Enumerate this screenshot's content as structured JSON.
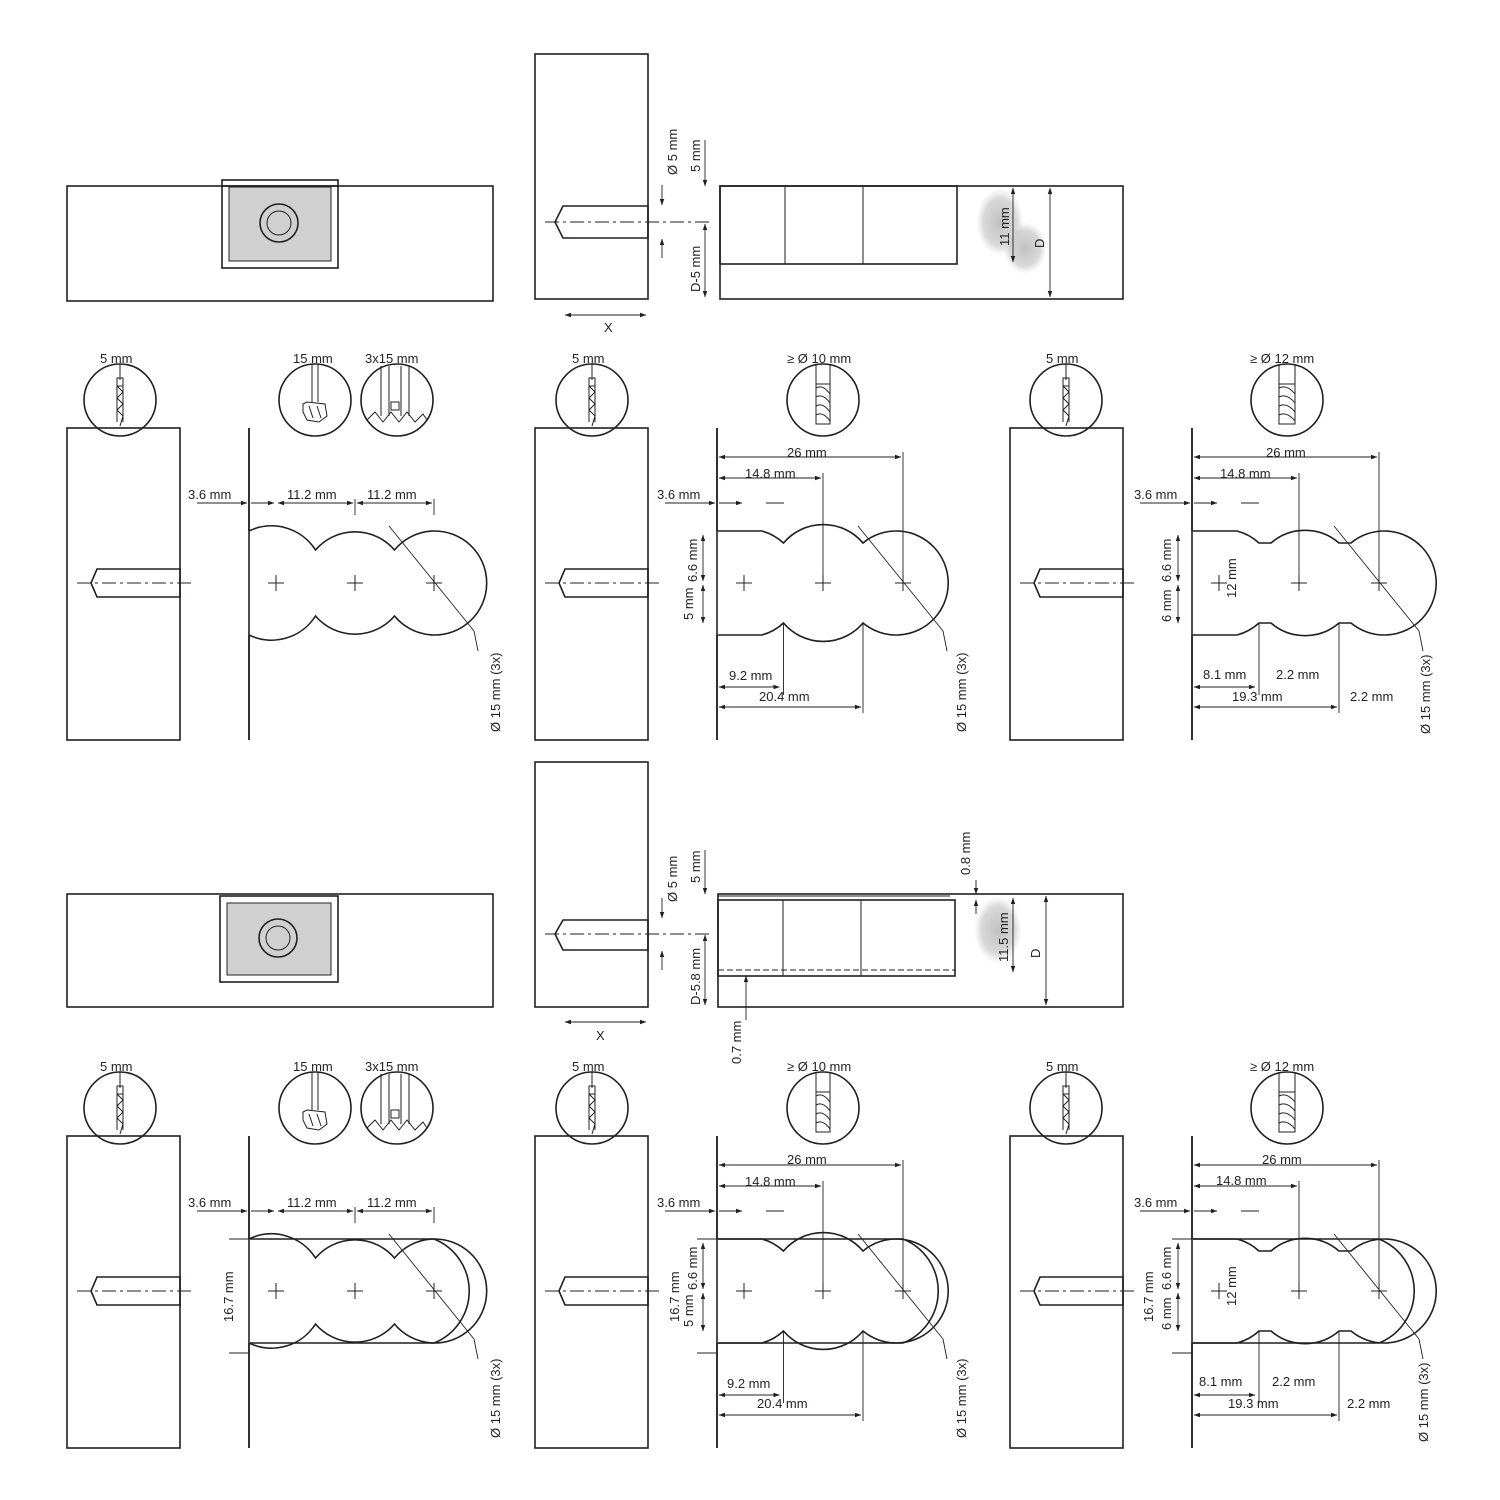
{
  "colors": {
    "ink": "#231f20",
    "paper": "#ffffff",
    "highlight": "#c8c8c8",
    "fitting": "#c9c9c9"
  },
  "labels": {
    "d5": "5 mm",
    "d15": "15 mm",
    "d3x15": "3x15 mm",
    "d10": "≥ Ø 10 mm",
    "d12": "≥ Ø 12 mm",
    "m36": "3.6 mm",
    "m112": "11.2 mm",
    "m26": "26 mm",
    "m148": "14.8 mm",
    "m66": "6.6 mm",
    "m5": "5 mm",
    "m6": "6 mm",
    "m12": "12 mm",
    "m92": "9.2 mm",
    "m204": "20.4 mm",
    "m81": "8.1 mm",
    "m22": "2.2 mm",
    "m193": "19.3 mm",
    "m167": "16.7 mm",
    "o15x3": "Ø 15 mm (3x)",
    "o5": "Ø 5 mm",
    "dm5": "D-5 mm",
    "dm58": "D-5.8 mm",
    "m11": "11 mm",
    "m115": "11.5 mm",
    "m08": "0.8 mm",
    "m07": "0.7 mm",
    "D": "D",
    "X": "X"
  },
  "icons": [
    "drill-5mm-icon",
    "forstner-15mm-icon",
    "hinge-cutter-3x15mm-icon",
    "router-bit-10mm-icon",
    "router-bit-12mm-icon"
  ]
}
